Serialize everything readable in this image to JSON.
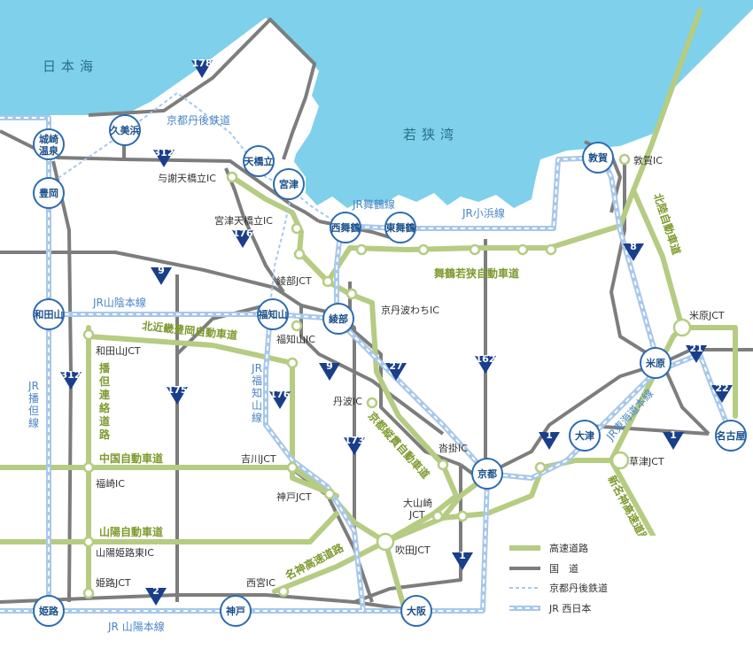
{
  "colors": {
    "sea": "#7fd0ea",
    "expressway": "#b5cc82",
    "national_road": "#7d7d7d",
    "jr_line": "#a8c8ea",
    "route_shield": "#1a3f8a",
    "station_ring": "#2c6bb0"
  },
  "seas": {
    "nihonkai": "日本海",
    "wakasa": "若狭湾"
  },
  "stations": {
    "kinosaki": "城崎\n温泉",
    "kumihama": "久美浜",
    "amanohashidate": "天橋立",
    "miyazu": "宮津",
    "nishimaizuru": "西舞鶴",
    "higashimaizuru": "東舞鶴",
    "tsuruga": "敦賀",
    "toyooka": "豊岡",
    "wadayama": "和田山",
    "fukuchiyama": "福知山",
    "ayabe": "綾部",
    "maibara": "米原",
    "otsu": "大津",
    "nagoya": "名古屋",
    "kyoto": "京都",
    "osaka": "大阪",
    "kobe": "神戸",
    "himeji": "姫路"
  },
  "interchanges": {
    "yosano": "与謝天橋立IC",
    "miyazu_ic": "宮津天橋立IC",
    "ayabe_jct": "綾部JCT",
    "kyotanba": "京丹波わちIC",
    "fukuchiyama_ic": "福知山IC",
    "wadayama_jct": "和田山JCT",
    "tanba_ic": "丹波IC",
    "kutsukake": "沓掛IC",
    "yoshikawa": "吉川JCT",
    "kobe_jct": "神戸JCT",
    "fukusaki": "福崎IC",
    "himeji_higashi": "山陽姫路東IC",
    "himeji_jct": "姫路JCT",
    "nishinomiya": "西宮IC",
    "suita": "吹田JCT",
    "oyamazaki": "大山崎\nJCT",
    "kusatsu": "草津JCT",
    "maibara_jct": "米原JCT",
    "tsuruga_ic": "敦賀IC"
  },
  "expressways": {
    "maizuru_wakasa": "舞鶴若狭自動車道",
    "kitakinki": "北近畿豊岡自動車道",
    "bantan": "播但連絡道路",
    "kyoto_jukan": "京都縦貫自動車道",
    "chugoku": "中国自動車道",
    "sanyo": "山陽自動車道",
    "meishin": "名神高速道路",
    "shinmeishin": "新名神高速道路",
    "hokuriku": "北陸自動車道"
  },
  "rail_lines": {
    "tango": "京都丹後鉄道",
    "jr_maizuru": "JR舞鶴線",
    "jr_obama": "JR小浜線",
    "jr_sanin": "JR山陰本線",
    "jr_fukuchiyama": "JR\n福\n知\n山\n線",
    "jr_bantan": "JR\n播\n但\n線",
    "jr_tokaido": "JR東海道本線",
    "jr_sanyo": "JR 山陽本線"
  },
  "routes": [
    "178",
    "312",
    "176",
    "9",
    "312",
    "175",
    "176",
    "9",
    "27",
    "173",
    "162",
    "8",
    "21",
    "22",
    "1",
    "1",
    "2",
    "1"
  ],
  "legend": {
    "expressway": "高速道路",
    "national_road": "国　道",
    "tango_rail": "京都丹後鉄道",
    "jr_west": "JR 西日本"
  }
}
